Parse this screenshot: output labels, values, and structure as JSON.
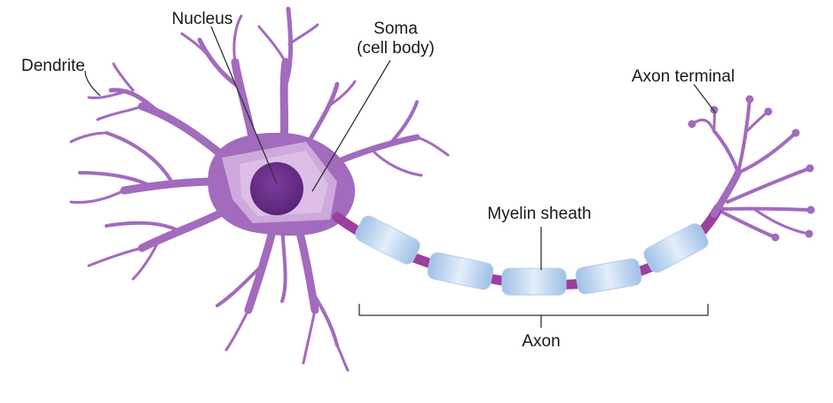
{
  "labels": {
    "nucleus": "Nucleus",
    "soma_line1": "Soma",
    "soma_line2": "(cell body)",
    "dendrite": "Dendrite",
    "axon_terminal": "Axon terminal",
    "myelin_sheath": "Myelin sheath",
    "axon": "Axon"
  },
  "colors": {
    "neuron_body": "#a26bbd",
    "soma_inner": "#d6b4e0",
    "nucleus": "#6a2f8a",
    "myelin": "#c7dcf2",
    "axon": "#9c3f9e",
    "label_text": "#1a1a1a"
  }
}
